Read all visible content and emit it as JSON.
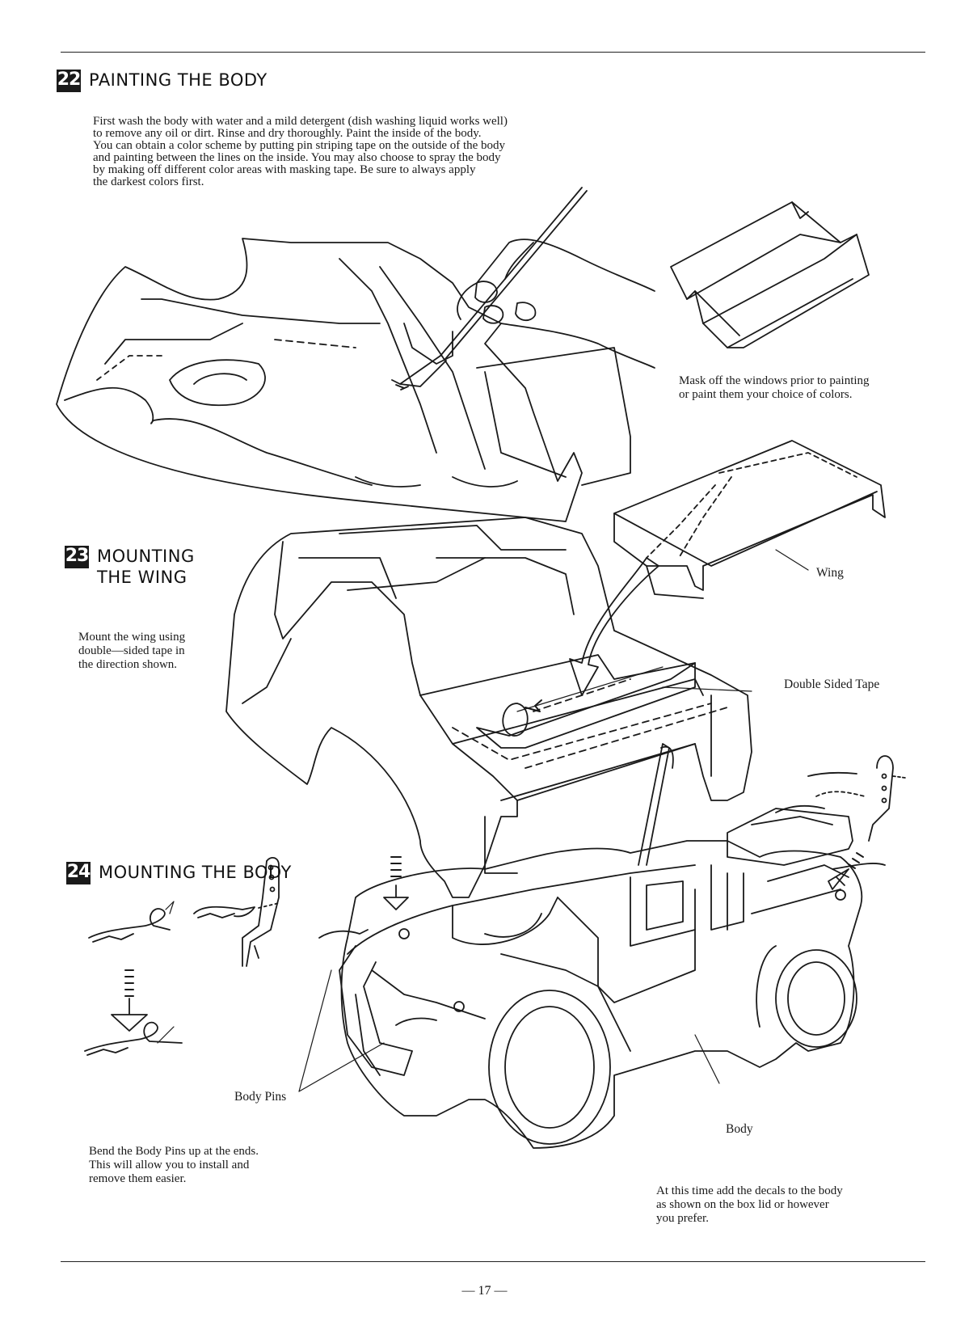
{
  "sections": [
    {
      "number": "22",
      "title": "PAINTING THE BODY",
      "paragraph": [
        "First wash the body with water and a mild detergent (dish washing liquid works well)",
        "to remove any oil or dirt. Rinse and dry thoroughly. Paint the inside of the body.",
        "You can obtain a color scheme by putting pin striping tape on the outside of the body",
        "and painting between the lines on the inside. You may also choose to spray the body",
        "by making off different color areas with masking tape. Be sure to always apply",
        "the darkest colors first."
      ],
      "side_note": [
        "Mask off the windows prior to painting",
        "or paint them your choice of colors."
      ]
    },
    {
      "number": "23",
      "title": "MOUNTING\nTHE WING",
      "paragraph": [
        "Mount the wing using",
        "double—sided tape in",
        "the direction shown."
      ],
      "labels": {
        "wing": "Wing",
        "tape": "Double Sided Tape"
      }
    },
    {
      "number": "24",
      "title": "MOUNTING THE BODY",
      "paragraph": [
        "Bend the Body Pins up at the ends.",
        "This will allow you to install and",
        "remove them easier."
      ],
      "labels": {
        "body_pins": "Body Pins",
        "body": "Body"
      },
      "decals_note": [
        "At this time add the decals to the body",
        "as shown on the box lid or however",
        "you prefer."
      ]
    }
  ],
  "page_number": "— 17 —"
}
